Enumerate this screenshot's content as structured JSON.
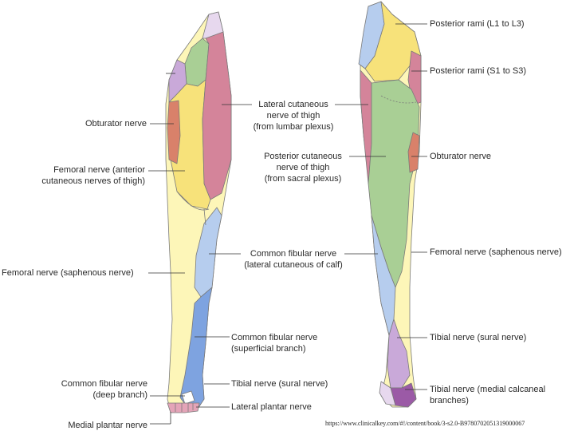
{
  "labels": {
    "obturator_front": "Obturator nerve",
    "femoral_anterior": [
      "Femoral nerve (anterior",
      "cutaneous nerves of thigh)"
    ],
    "femoral_saphenous_front": "Femoral nerve (saphenous nerve)",
    "common_fibular_deep": [
      "Common fibular nerve",
      "(deep branch)"
    ],
    "medial_plantar": "Medial plantar nerve",
    "lateral_cutaneous_thigh": [
      "Lateral cutaneous",
      "nerve of thigh",
      "(from lumbar plexus)"
    ],
    "posterior_cutaneous_thigh": [
      "Posterior cutaneous",
      "nerve of thigh",
      "(from sacral plexus)"
    ],
    "common_fibular_lateral_calf": [
      "Common fibular nerve",
      "(lateral cutaneous of calf)"
    ],
    "common_fibular_superficial": [
      "Common fibular nerve",
      "(superficial branch)"
    ],
    "tibial_sural_front": "Tibial nerve (sural nerve)",
    "lateral_plantar": "Lateral plantar nerve",
    "posterior_rami_lumbar": "Posterior rami (L1 to L3)",
    "posterior_rami_sacral": "Posterior rami (S1 to S3)",
    "obturator_back": "Obturator nerve",
    "femoral_saphenous_back": "Femoral nerve (saphenous nerve)",
    "tibial_sural_back": "Tibial nerve (sural nerve)",
    "tibial_medial_calcaneal": [
      "Tibial nerve (medial calcaneal",
      "branches)"
    ]
  },
  "source_url": "https://www.clinicalkey.com/#!/content/book/3-s2.0-B9780702051319000067",
  "colors": {
    "outline": "#7a7a7a",
    "leader": "#333333",
    "pale_yellow": "#fdf6b8",
    "yellow": "#f7e27a",
    "pink": "#d4849a",
    "green": "#a9cf95",
    "orange": "#d9816a",
    "light_blue": "#b6cdee",
    "blue": "#7ea3e0",
    "lavender": "#c9a9d9",
    "light_lavender": "#e7d8ee",
    "purple": "#9b5aa6"
  }
}
